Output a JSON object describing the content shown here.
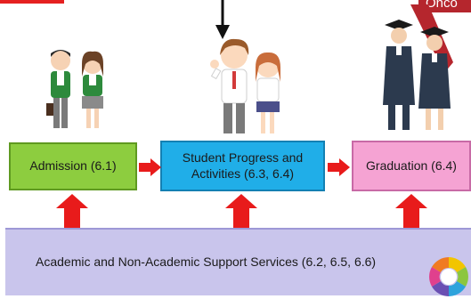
{
  "stages": {
    "admission": "Admission (6.1)",
    "progress": "Student Progress and Activities (6.3, 6.4)",
    "graduation": "Graduation (6.4)"
  },
  "support": {
    "label": "Academic and Non-Academic Support Services (6.2, 6.5, 6.6)"
  },
  "callout": {
    "text": "Onco"
  },
  "colors": {
    "admission": "#8dcd3f",
    "progress": "#20aee8",
    "graduation": "#f5a3d3",
    "support": "#c9c5ec",
    "arrow": "#e81b1b"
  },
  "icons": [
    "students-illustration",
    "cheering-students-illustration",
    "graduates-illustration",
    "color-wheel-icon"
  ]
}
